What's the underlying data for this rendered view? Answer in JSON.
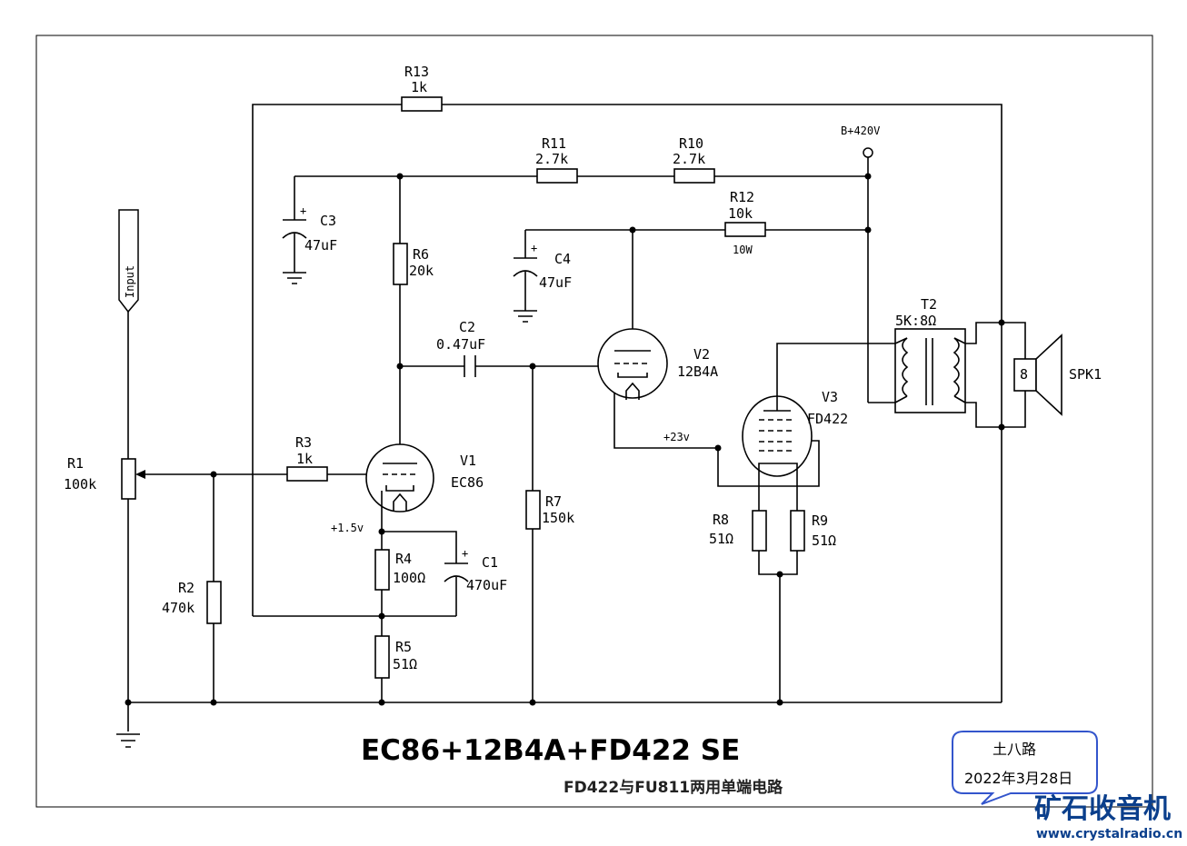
{
  "title": "EC86+12B4A+FD422 SE",
  "subtitle": "FD422与FU811两用单端电路",
  "stamp": {
    "author": "土八路",
    "date": "2022年3月28日"
  },
  "brand": {
    "name": "矿石收音机",
    "url": "www.crystalradio.cn"
  },
  "supply_label": "B+420V",
  "input_label": "Input",
  "components": {
    "R1": {
      "ref": "R1",
      "value": "100k"
    },
    "R2": {
      "ref": "R2",
      "value": "470k"
    },
    "R3": {
      "ref": "R3",
      "value": "1k"
    },
    "R4": {
      "ref": "R4",
      "value": "100Ω"
    },
    "R5": {
      "ref": "R5",
      "value": "51Ω"
    },
    "R6": {
      "ref": "R6",
      "value": "20k"
    },
    "R7": {
      "ref": "R7",
      "value": "150k"
    },
    "R8": {
      "ref": "R8",
      "value": "51Ω"
    },
    "R9": {
      "ref": "R9",
      "value": "51Ω"
    },
    "R10": {
      "ref": "R10",
      "value": "2.7k"
    },
    "R11": {
      "ref": "R11",
      "value": "2.7k"
    },
    "R12": {
      "ref": "R12",
      "value": "10k",
      "rating": "10W"
    },
    "R13": {
      "ref": "R13",
      "value": "1k"
    },
    "C1": {
      "ref": "C1",
      "value": "470uF"
    },
    "C2": {
      "ref": "C2",
      "value": "0.47uF"
    },
    "C3": {
      "ref": "C3",
      "value": "47uF"
    },
    "C4": {
      "ref": "C4",
      "value": "47uF"
    },
    "V1": {
      "ref": "V1",
      "value": "EC86"
    },
    "V2": {
      "ref": "V2",
      "value": "12B4A"
    },
    "V3": {
      "ref": "V3",
      "value": "FD422"
    },
    "T2": {
      "ref": "T2",
      "value": "5K:8Ω"
    },
    "SPK1": {
      "ref": "SPK1",
      "value": "8"
    }
  },
  "voltages": {
    "v1_cathode": "+1.5v",
    "v2_cathode": "+23v"
  },
  "colors": {
    "wire": "#000000",
    "brand": "#0b3f8c",
    "stamp_border": "#3355cc"
  }
}
